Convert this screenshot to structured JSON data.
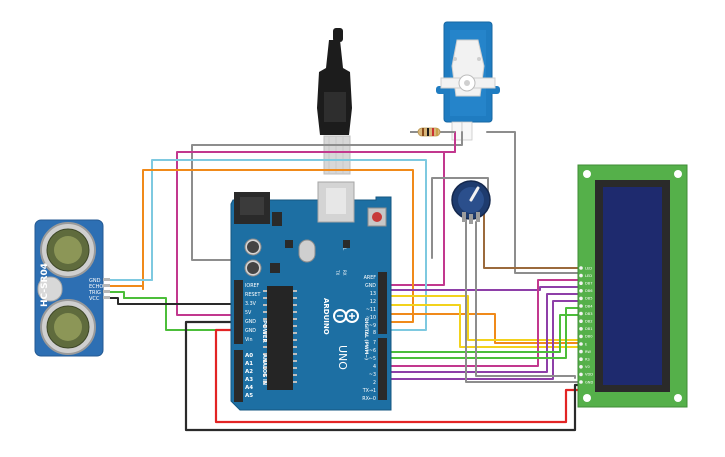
{
  "sensor": {
    "model": "HC-SR04",
    "pins": [
      "GND",
      "ECHO",
      "TRIG",
      "VCC"
    ]
  },
  "arduino": {
    "brand": "ARDUINO",
    "model": "UNO",
    "power_header_label": "POWER",
    "power_pins": [
      "IOREF",
      "RESET",
      "3.3V",
      "5V",
      "GND",
      "GND",
      "Vin"
    ],
    "analog_header_label": "ANALOG IN",
    "analog_pins": [
      "A0",
      "A1",
      "A2",
      "A3",
      "A4",
      "A5"
    ],
    "digital_top_pins": [
      "AREF",
      "GND",
      "13",
      "12",
      "~11",
      "~10",
      "~9",
      "8"
    ],
    "digital_bottom_pins": [
      "7",
      "~6",
      "~5",
      "4",
      "~3",
      "2",
      "TX→1",
      "RX←0"
    ],
    "digital_header_label": "DIGITAL (PWM~)",
    "led_labels": [
      "TX",
      "RX",
      "L"
    ]
  },
  "lcd": {
    "pins": [
      "LED",
      "LED",
      "DB7",
      "DB6",
      "DB5",
      "DB4",
      "DB3",
      "DB2",
      "DB1",
      "DB0",
      "E",
      "RW",
      "RS",
      "V0",
      "VDD",
      "GND"
    ]
  },
  "colors": {
    "board": "#1d6fa3",
    "wire_gray": "#8d8d8d",
    "wire_magenta": "#c2388e",
    "wire_cyan": "#7ec9e0",
    "wire_orange": "#f08a1a",
    "wire_yellow": "#f2d21c",
    "wire_purple": "#8e3fa8",
    "wire_green": "#4cbe3a",
    "wire_brown": "#9b6a3c",
    "wire_red": "#e22424",
    "wire_black": "#2a2a2a",
    "lcd_board": "#55b04a",
    "lcd_screen": "#1e2a6e",
    "servo": "#1f7cc1",
    "sensor_board": "#2d6fb3"
  },
  "components": [
    "ultrasonic-sensor",
    "arduino-uno",
    "usb-cable",
    "servo-motor",
    "resistor",
    "potentiometer",
    "lcd-16x2"
  ]
}
